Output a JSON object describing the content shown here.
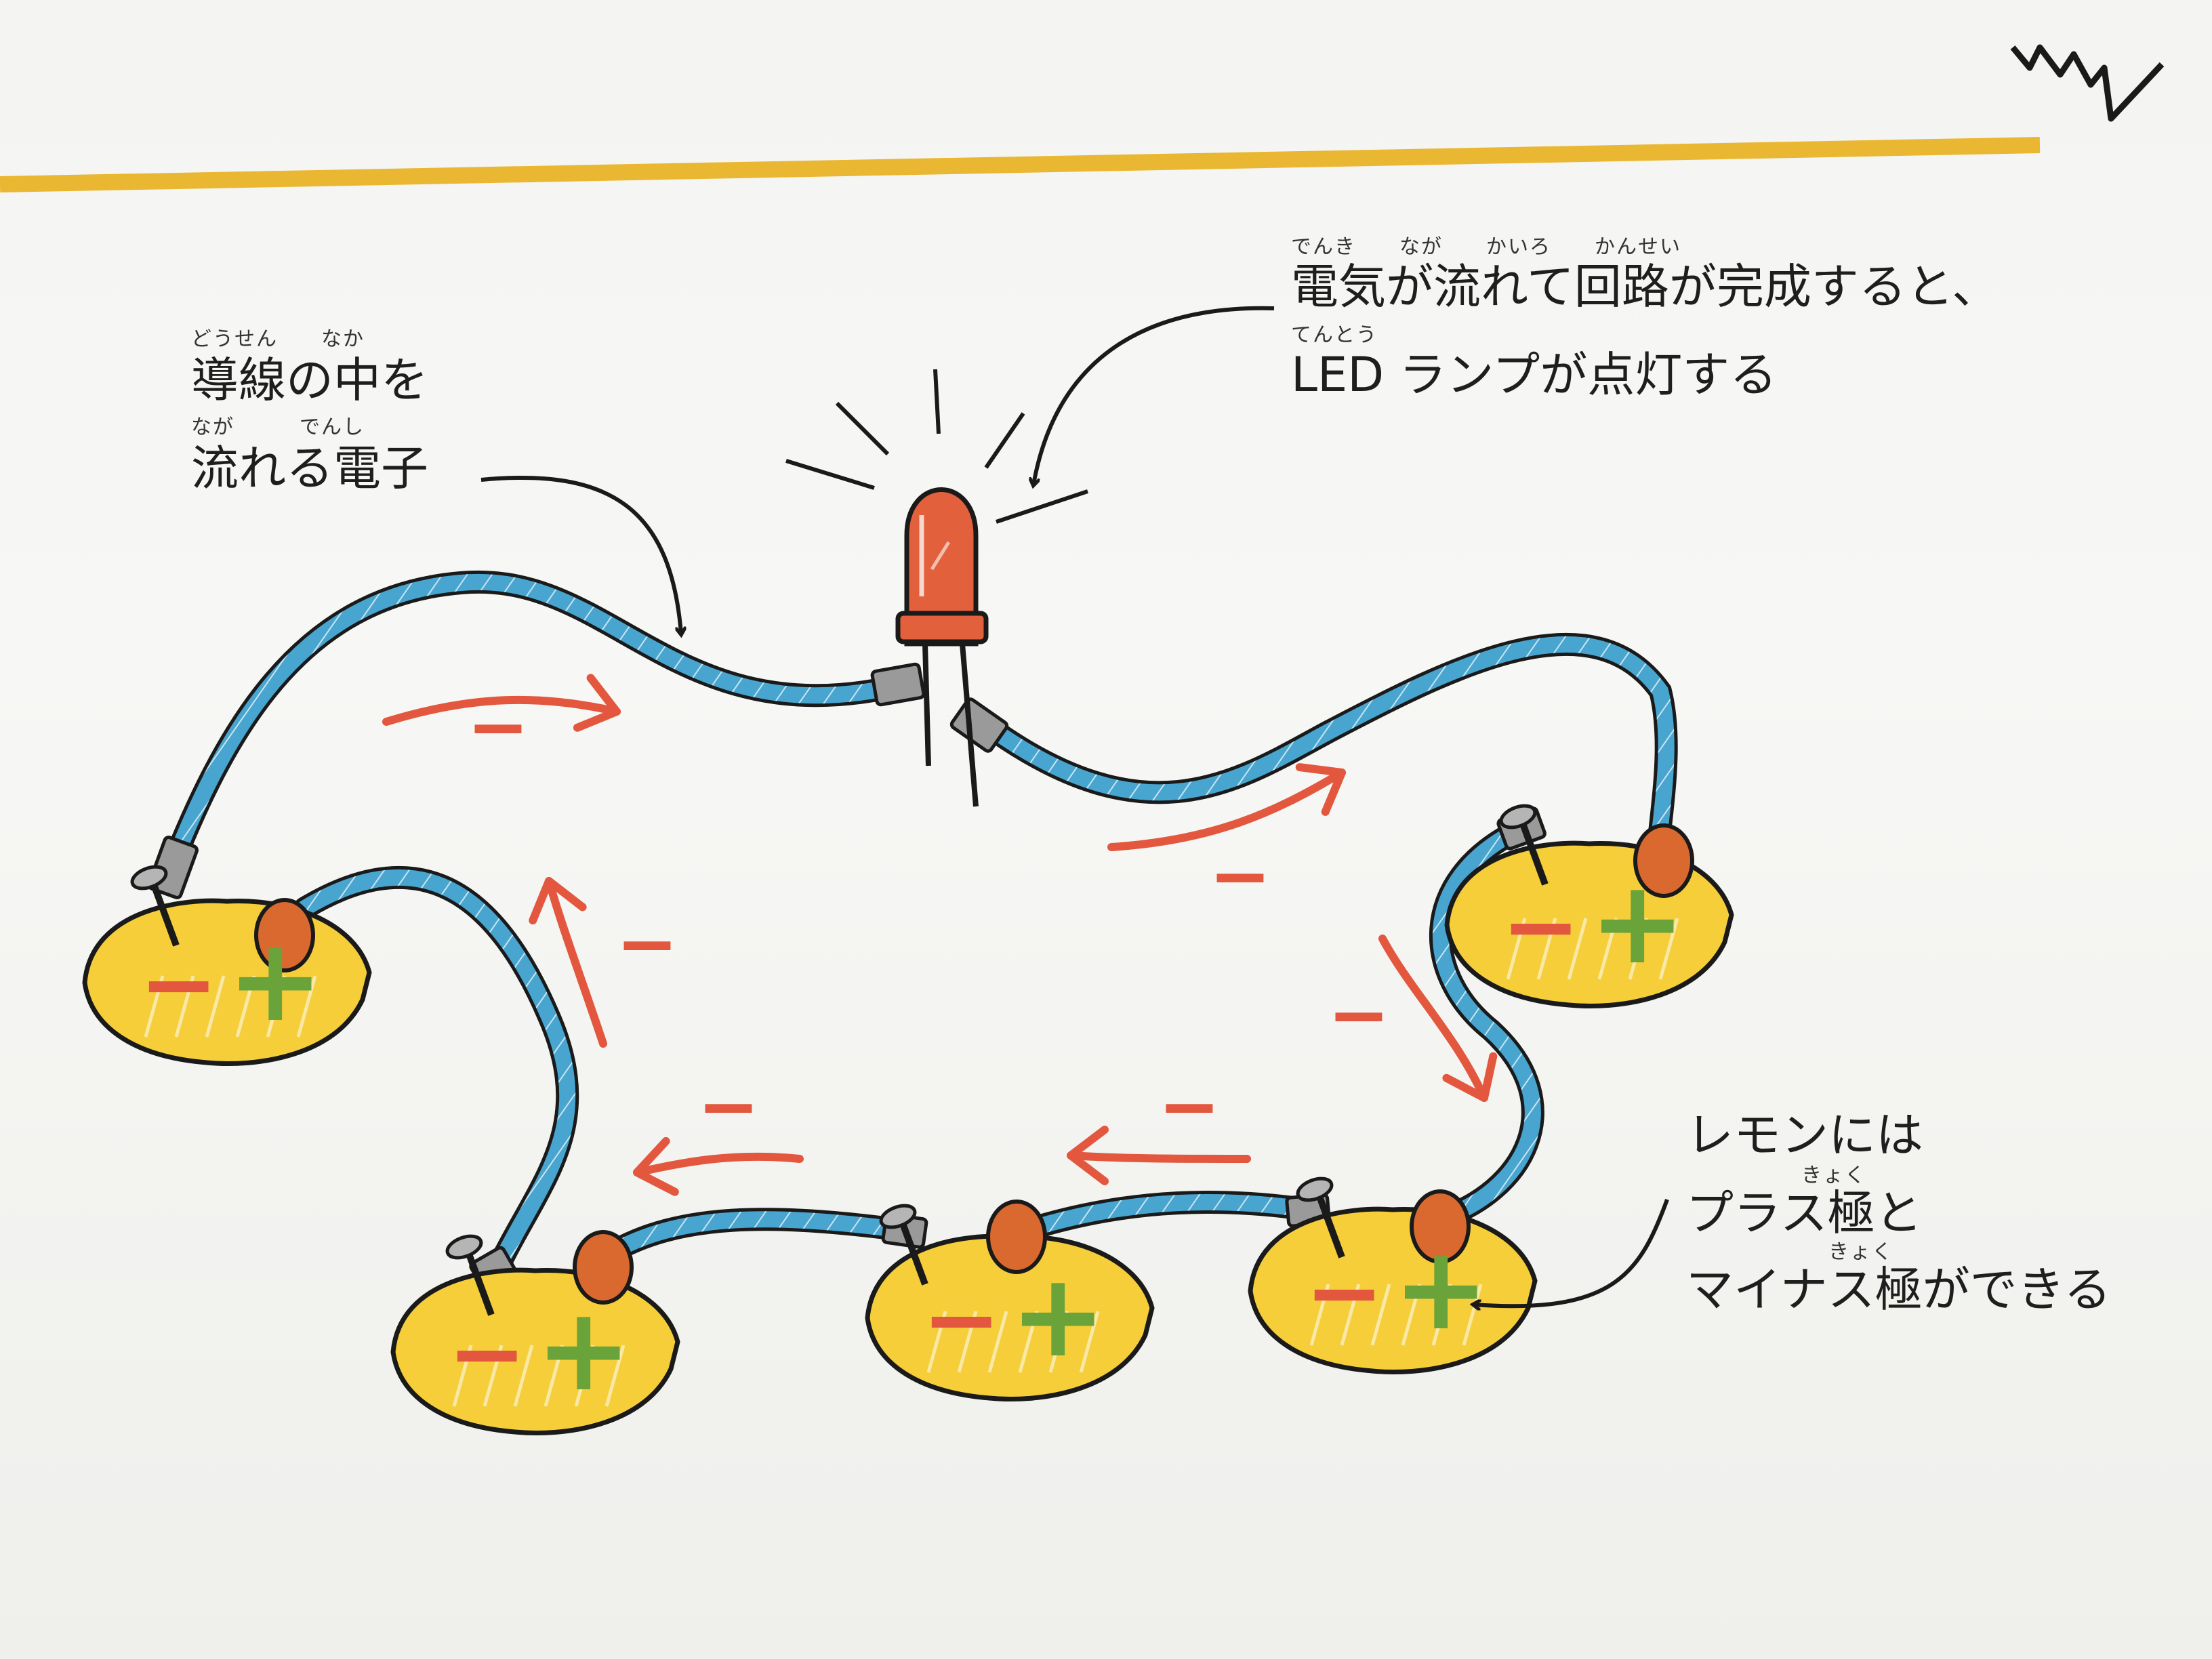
{
  "labels": {
    "electrons": {
      "ruby1": "どうせん　　なか",
      "line1": "導線の中を",
      "ruby2": "なが　　　でんし",
      "line2": "流れる電子"
    },
    "led": {
      "ruby1": "でんき　　なが　　かいろ　　かんせい",
      "line1": "電気が流れて回路が完成すると、",
      "ruby2": "てんとう",
      "line2": "LED ランプが点灯する"
    },
    "lemon": {
      "line1": "レモンには",
      "ruby2": "きょく",
      "line2": "プラス極と",
      "ruby3": "きょく",
      "line3": "マイナス極ができる"
    }
  },
  "lemons": [
    {
      "minus": "−",
      "plus": "+"
    },
    {
      "minus": "−",
      "plus": "+"
    },
    {
      "minus": "−",
      "plus": "+"
    },
    {
      "minus": "−",
      "plus": "+"
    },
    {
      "minus": "−",
      "plus": "+"
    }
  ],
  "flow_arrows": [
    {
      "label": "−"
    },
    {
      "label": "−"
    },
    {
      "label": "−"
    },
    {
      "label": "−"
    },
    {
      "label": "−"
    },
    {
      "label": "−"
    }
  ],
  "colors": {
    "wire": "#48a5cf",
    "lemon": "#f5ce3a",
    "led": "#e2603c",
    "flow_arrow": "#e3573f",
    "plus_sign": "#6aa33a",
    "minus_sign": "#e3573f",
    "rule": "#e9b731"
  }
}
